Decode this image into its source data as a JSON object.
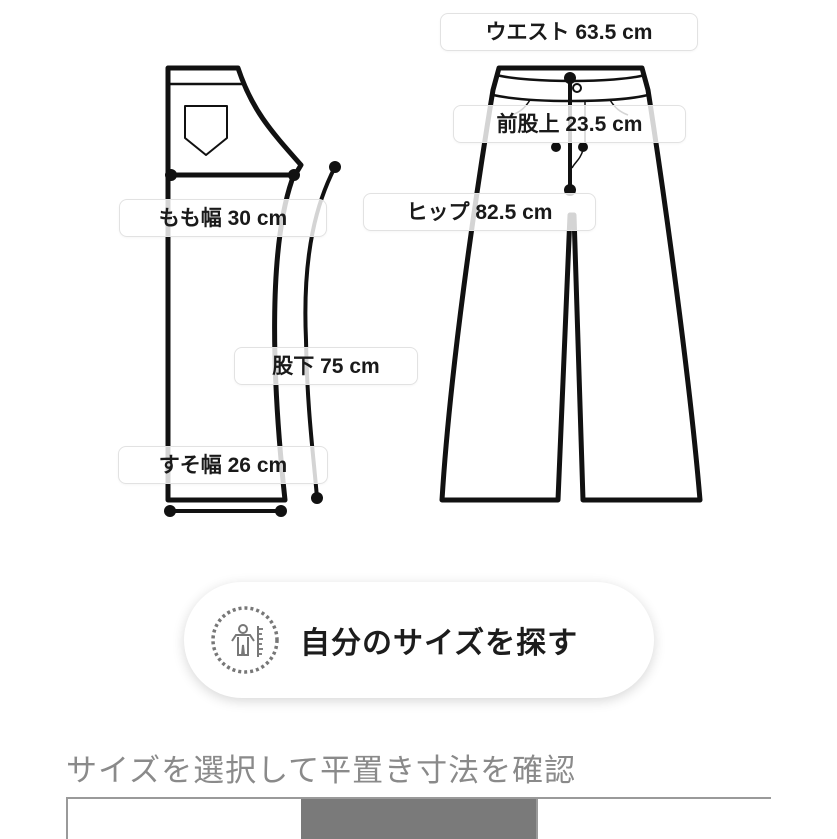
{
  "measurements": {
    "waist": "ウエスト 63.5 cm",
    "front_rise": "前股上 23.5 cm",
    "hip": "ヒップ 82.5 cm",
    "thigh_width": "もも幅 30 cm",
    "inseam": "股下 75 cm",
    "hem_width": "すそ幅 26 cm"
  },
  "cta": {
    "label": "自分のサイズを探す",
    "icon": "body-measure-icon"
  },
  "size_section": {
    "title": "サイズを選択して平置き寸法を確認",
    "tabs": [
      {
        "label": "",
        "selected": false
      },
      {
        "label": "",
        "selected": true
      },
      {
        "label": "",
        "selected": false
      }
    ]
  },
  "colors": {
    "line": "#111111",
    "label_text": "#1a1a1a",
    "section_title": "#8a8a8a",
    "selected_tab": "#7a7a7a"
  }
}
